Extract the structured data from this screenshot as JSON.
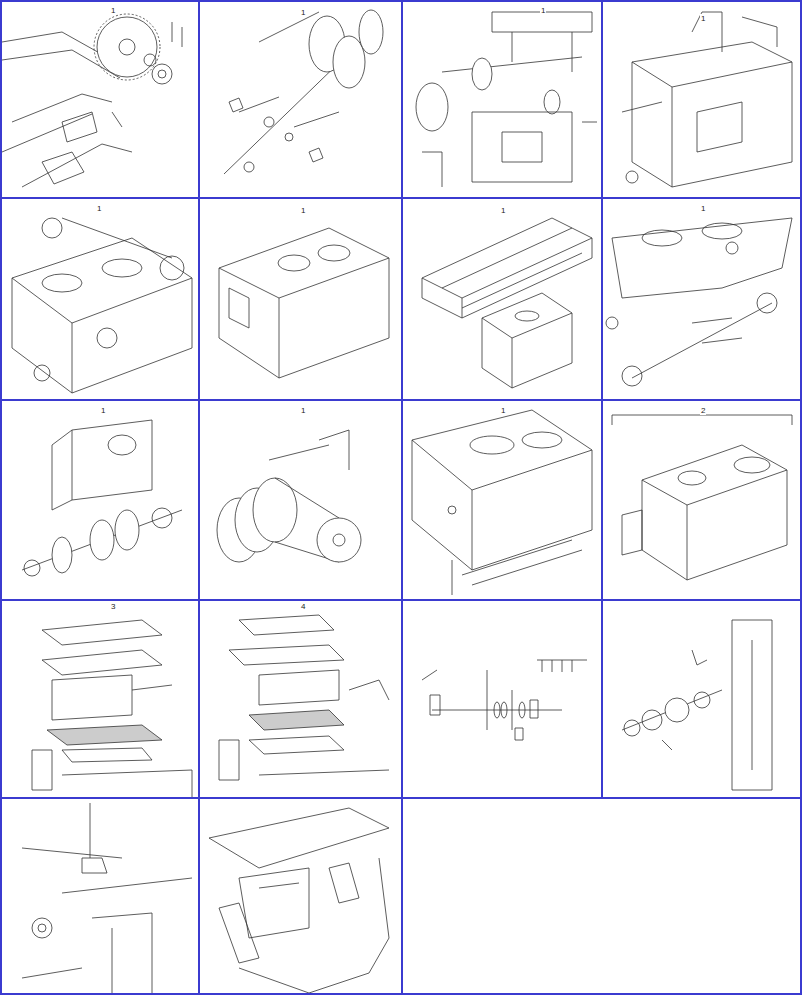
{
  "diagram": {
    "labels": [
      "1",
      "1",
      "1",
      "1",
      "1",
      "1",
      "1",
      "1",
      "1",
      "1",
      "1",
      "2",
      "3",
      "4"
    ]
  }
}
